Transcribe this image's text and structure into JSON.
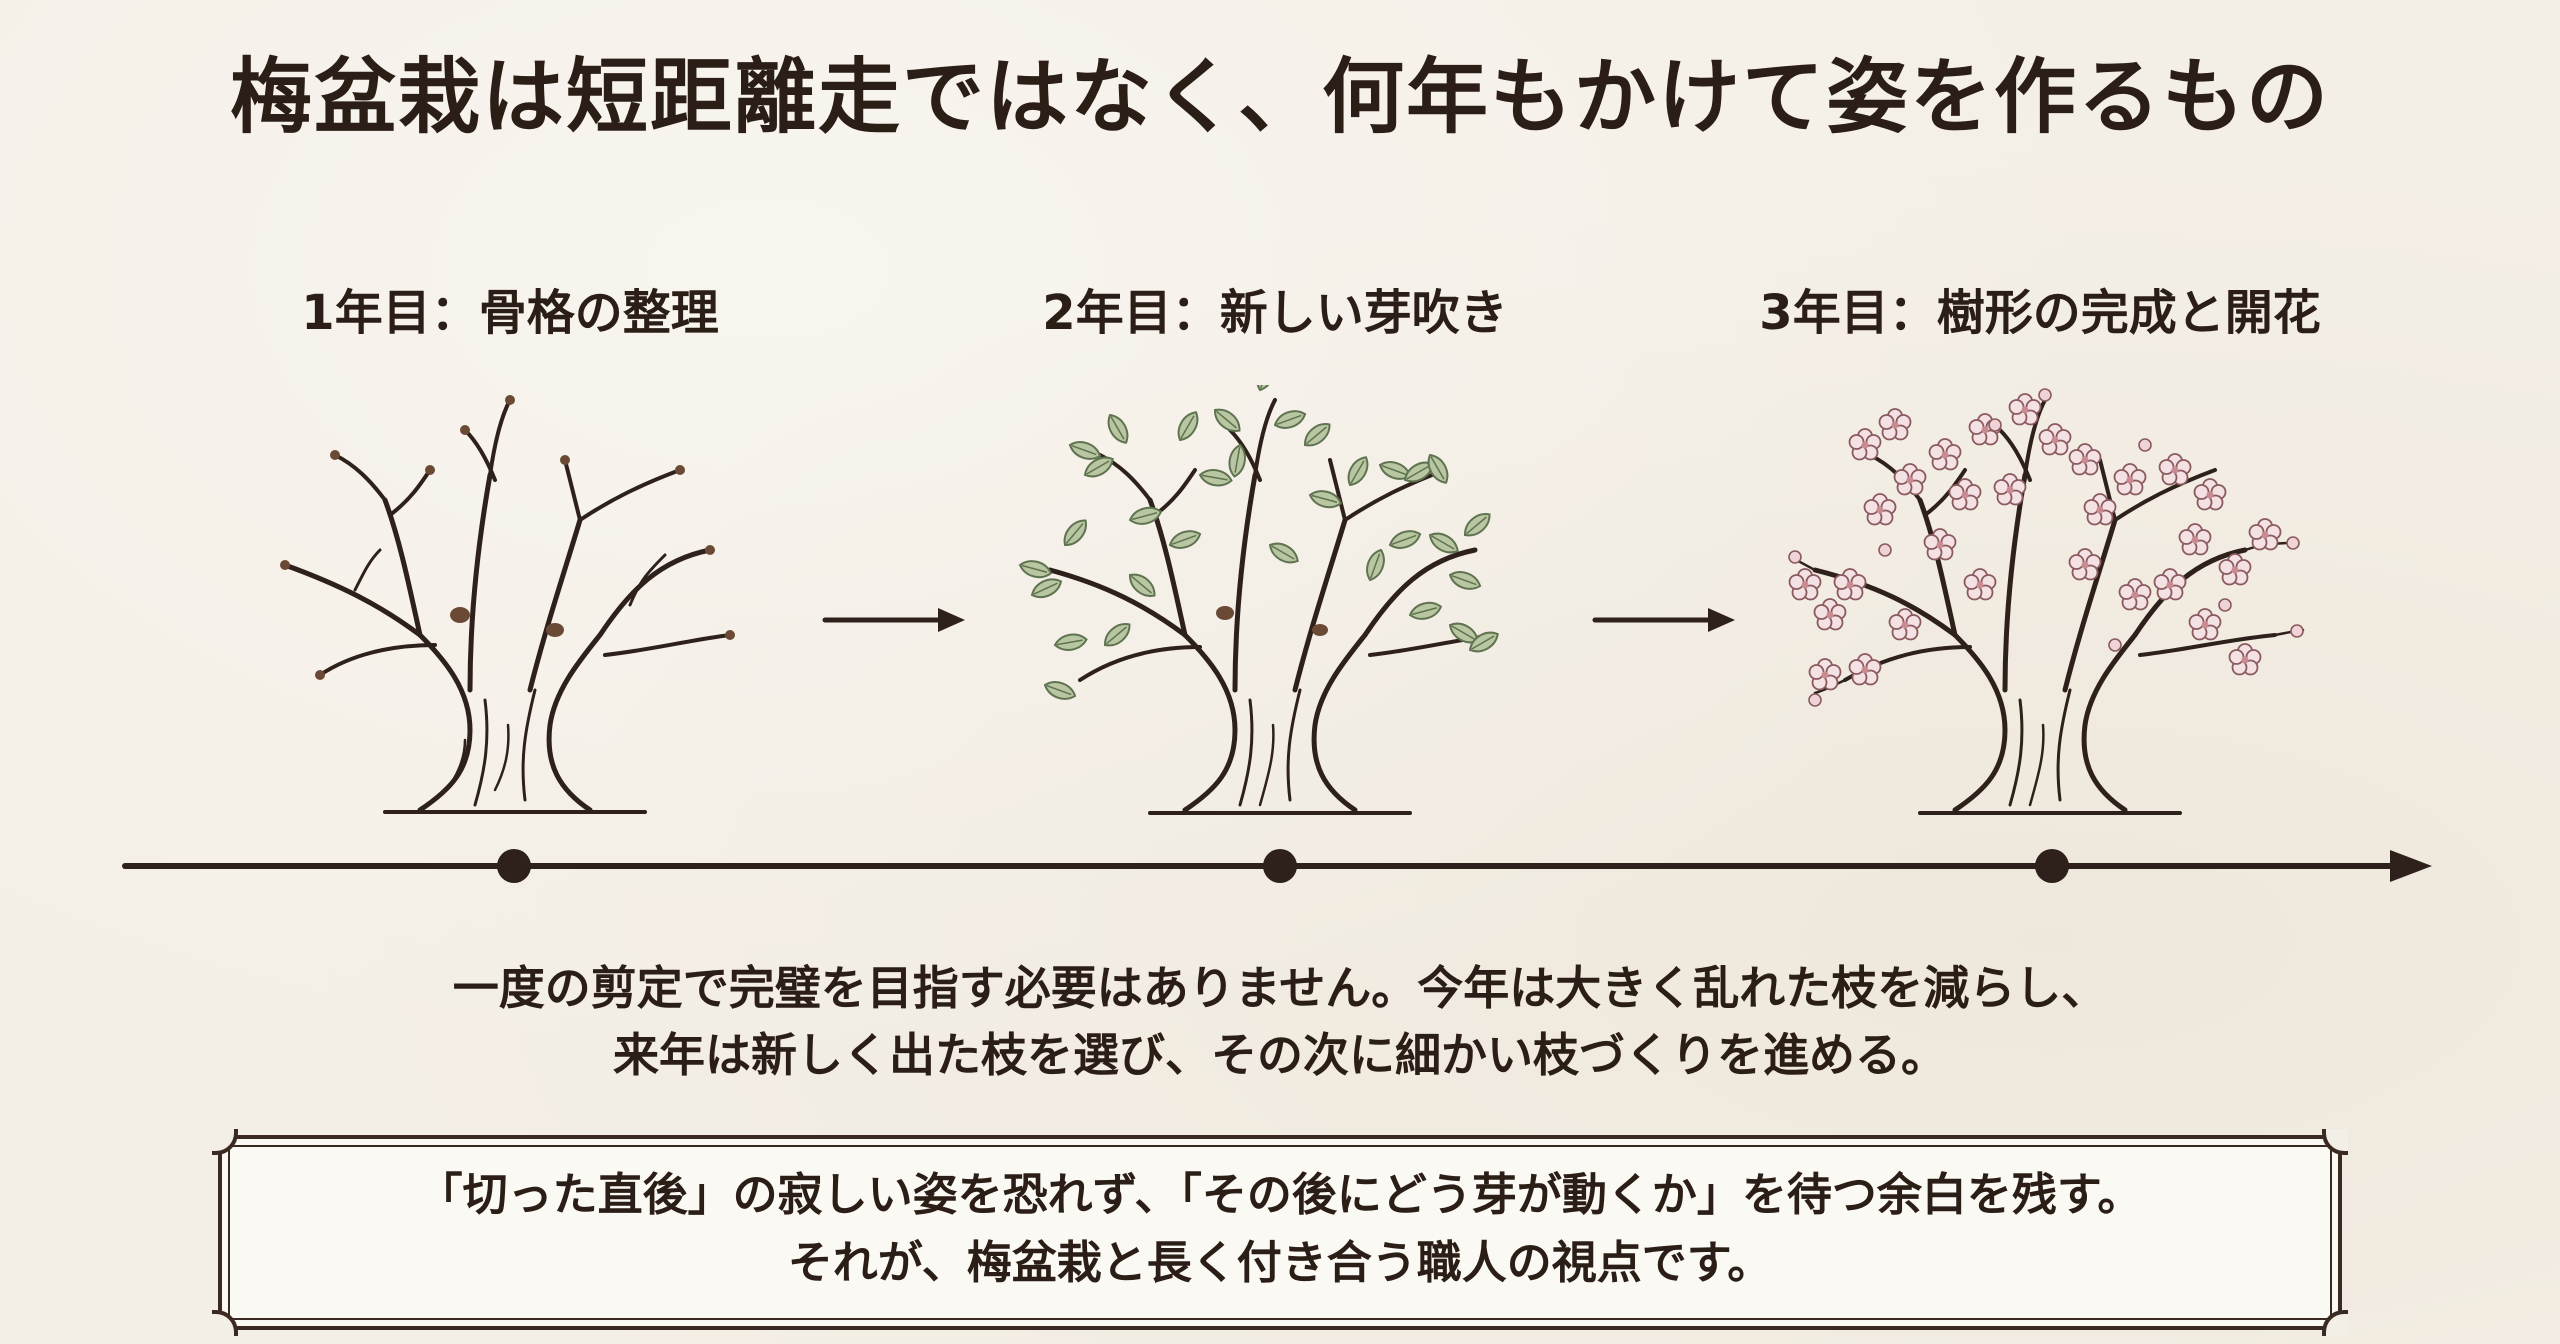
{
  "title": "梅盆栽は短距離走ではなく、何年もかけて姿を作るもの",
  "stages": [
    {
      "label": "1年目：骨格の整理"
    },
    {
      "label": "2年目：新しい芽吹き"
    },
    {
      "label": "3年目：樹形の完成と開花"
    }
  ],
  "body": {
    "line1": "一度の剪定で完璧を目指す必要はありません。今年は大きく乱れた枝を減らし、",
    "line2": "来年は新しく出た枝を選び、その次に細かい枝づくりを進める。"
  },
  "callout": {
    "line1": "「切った直後」の寂しい姿を恐れず、「その後にどう芽が動くか」を待つ余白を残す。",
    "line2": "それが、梅盆栽と長く付き合う職人の視点です。"
  },
  "colors": {
    "ink": "#2e211b",
    "leaf": "#8fa37a",
    "blossom": "#e9c9cc",
    "background": "#f4efe6"
  }
}
